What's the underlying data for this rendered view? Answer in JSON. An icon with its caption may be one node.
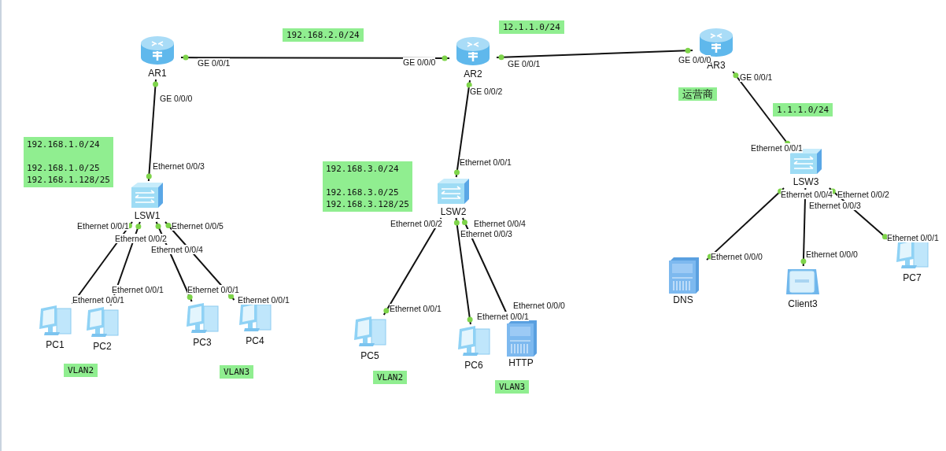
{
  "diagram": {
    "nodes": [
      {
        "text": [
          "AR1"
        ]
      },
      {
        "text": [
          "AR2"
        ]
      },
      {
        "text": [
          "AR3"
        ]
      },
      {
        "text": [
          "LSW1"
        ]
      },
      {
        "text": [
          "LSW2"
        ]
      },
      {
        "text": [
          "LSW3"
        ]
      },
      {
        "text": [
          "PC1"
        ]
      },
      {
        "text": [
          "PC2"
        ]
      },
      {
        "text": [
          "PC3"
        ]
      },
      {
        "text": [
          "PC4"
        ]
      },
      {
        "text": [
          "PC5"
        ]
      },
      {
        "text": [
          "PC6"
        ]
      },
      {
        "text": [
          "HTTP"
        ]
      },
      {
        "text": [
          "DNS"
        ]
      },
      {
        "text": [
          "Client3"
        ]
      },
      {
        "text": [
          "PC7"
        ]
      }
    ],
    "edges": [
      {
        "from": 0,
        "to": 1,
        "arrow": "none"
      },
      {
        "from": 1,
        "to": 2,
        "arrow": "none"
      },
      {
        "from": 0,
        "to": 3,
        "arrow": "none"
      },
      {
        "from": 1,
        "to": 4,
        "arrow": "none"
      },
      {
        "from": 2,
        "to": 5,
        "arrow": "none"
      },
      {
        "from": 3,
        "to": 6,
        "arrow": "none"
      },
      {
        "from": 3,
        "to": 7,
        "arrow": "none"
      },
      {
        "from": 3,
        "to": 8,
        "arrow": "none"
      },
      {
        "from": 3,
        "to": 9,
        "arrow": "none"
      },
      {
        "from": 4,
        "to": 10,
        "arrow": "none"
      },
      {
        "from": 4,
        "to": 11,
        "arrow": "none"
      },
      {
        "from": 4,
        "to": 12,
        "arrow": "none"
      },
      {
        "from": 5,
        "to": 13,
        "arrow": "none"
      },
      {
        "from": 5,
        "to": 14,
        "arrow": "none"
      },
      {
        "from": 5,
        "to": 15,
        "arrow": "none"
      }
    ],
    "labels": [
      "192.168.2.0/24",
      "12.1.1.0/24",
      "运营商",
      "1.1.1.0/24",
      "192.168.1.0/24",
      "192.168.1.0/25",
      "192.168.1.128/25",
      "192.168.3.0/24",
      "192.168.3.0/25",
      "192.168.3.128/25",
      "VLAN2",
      "VLAN3",
      "VLAN2",
      "VLAN3",
      "GE 0/0/1",
      "GE 0/0/0",
      "GE 0/0/1",
      "GE 0/0/0",
      "GE 0/0/0",
      "GE 0/0/2",
      "GE 0/0/1",
      "Ethernet 0/0/1",
      "Ethernet 0/0/3",
      "Ethernet 0/0/1",
      "Ethernet 0/0/4",
      "Ethernet 0/0/2",
      "Ethernet 0/0/3",
      "Ethernet 0/0/1",
      "Ethernet 0/0/5",
      "Ethernet 0/0/2",
      "Ethernet 0/0/4",
      "Ethernet 0/0/2",
      "Ethernet 0/0/4",
      "Ethernet 0/0/3",
      "Ethernet 0/0/1",
      "Ethernet 0/0/0",
      "Ethernet 0/0/0",
      "Ethernet 0/0/1",
      "Ethernet 0/0/1",
      "Ethernet 0/0/1",
      "Ethernet 0/0/1",
      "Ethernet 0/0/1",
      "Ethernet 0/0/1",
      "Ethernet 0/0/0"
    ]
  }
}
